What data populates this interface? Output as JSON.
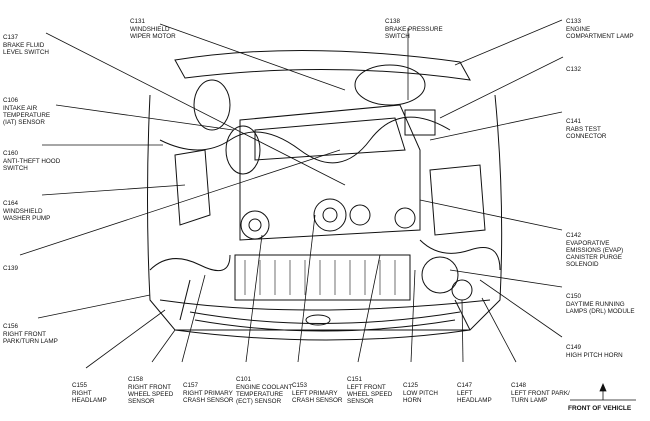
{
  "labels": {
    "c137": [
      "C137",
      "BRAKE FLUID",
      "LEVEL SWITCH"
    ],
    "c131": [
      "C131",
      "WINDSHIELD",
      "WIPER MOTOR"
    ],
    "c138": [
      "C138",
      "BRAKE PRESSURE",
      "SWITCH"
    ],
    "c133": [
      "C133",
      "ENGINE",
      "COMPARTMENT LAMP"
    ],
    "c132": [
      "C132"
    ],
    "c106": [
      "C106",
      "INTAKE AIR",
      "TEMPERATURE",
      "(IAT) SENSOR"
    ],
    "c141": [
      "C141",
      "RABS TEST",
      "CONNECTOR"
    ],
    "c160": [
      "C160",
      "ANTI-THEFT HOOD",
      "SWITCH"
    ],
    "c164": [
      "C164",
      "WINDSHIELD",
      "WASHER PUMP"
    ],
    "c142": [
      "C142",
      "EVAPORATIVE",
      "EMISSIONS (EVAP)",
      "CANISTER PURGE",
      "SOLENOID"
    ],
    "c139": [
      "C139"
    ],
    "c150": [
      "C150",
      "DAYTIME RUNNING",
      "LAMPS (DRL) MODULE"
    ],
    "c156": [
      "C156",
      "RIGHT FRONT",
      "PARK/TURN LAMP"
    ],
    "c149": [
      "C149",
      "HIGH PITCH HORN"
    ],
    "c155": [
      "C155",
      "RIGHT",
      "HEADLAMP"
    ],
    "c158": [
      "C158",
      "RIGHT FRONT",
      "WHEEL SPEED",
      "SENSOR"
    ],
    "c157": [
      "C157",
      "RIGHT PRIMARY",
      "CRASH SENSOR"
    ],
    "c101": [
      "C101",
      "ENGINE COOLANT",
      "TEMPERATURE",
      "(ECT) SENSOR"
    ],
    "c153": [
      "C153",
      "LEFT PRIMARY",
      "CRASH SENSOR"
    ],
    "c151": [
      "C151",
      "LEFT FRONT",
      "WHEEL SPEED",
      "SENSOR"
    ],
    "c125": [
      "C125",
      "LOW PITCH",
      "HORN"
    ],
    "c147": [
      "C147",
      "LEFT",
      "HEADLAMP"
    ],
    "c148": [
      "C148",
      "LEFT FRONT PARK/",
      "TURN LAMP"
    ]
  },
  "footer": {
    "front_of_vehicle": "FRONT OF VEHICLE"
  }
}
